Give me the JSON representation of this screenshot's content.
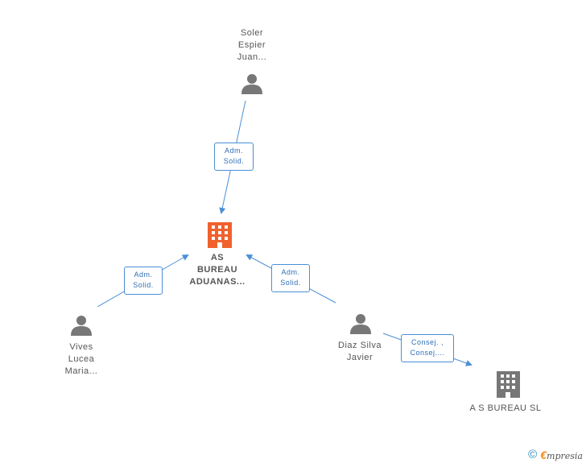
{
  "nodes": {
    "soler": {
      "line1": "Soler",
      "line2": "Espier",
      "line3": "Juan..."
    },
    "as_bureau_aduanas": {
      "line1": "AS",
      "line2": "BUREAU",
      "line3": "ADUANAS..."
    },
    "vives": {
      "line1": "Vives",
      "line2": "Lucea",
      "line3": "Maria..."
    },
    "diaz": {
      "line1": "Diaz Silva",
      "line2": "Javier"
    },
    "as_bureau_sl": {
      "line1": "A S BUREAU SL"
    }
  },
  "edges": {
    "soler_to_main": {
      "line1": "Adm.",
      "line2": "Solid."
    },
    "vives_to_main": {
      "line1": "Adm.",
      "line2": "Solid."
    },
    "diaz_to_main": {
      "line1": "Adm.",
      "line2": "Solid."
    },
    "diaz_to_sl": {
      "line1": "Consej. ,",
      "line2": "Consej...."
    }
  },
  "colors": {
    "edge": "#4a8fd6",
    "person_icon": "#777777",
    "main_company_icon": "#f0612e",
    "company_icon": "#777777"
  },
  "watermark": {
    "symbol": "©",
    "brand_letter": "€",
    "brand_text": "mpresia"
  }
}
